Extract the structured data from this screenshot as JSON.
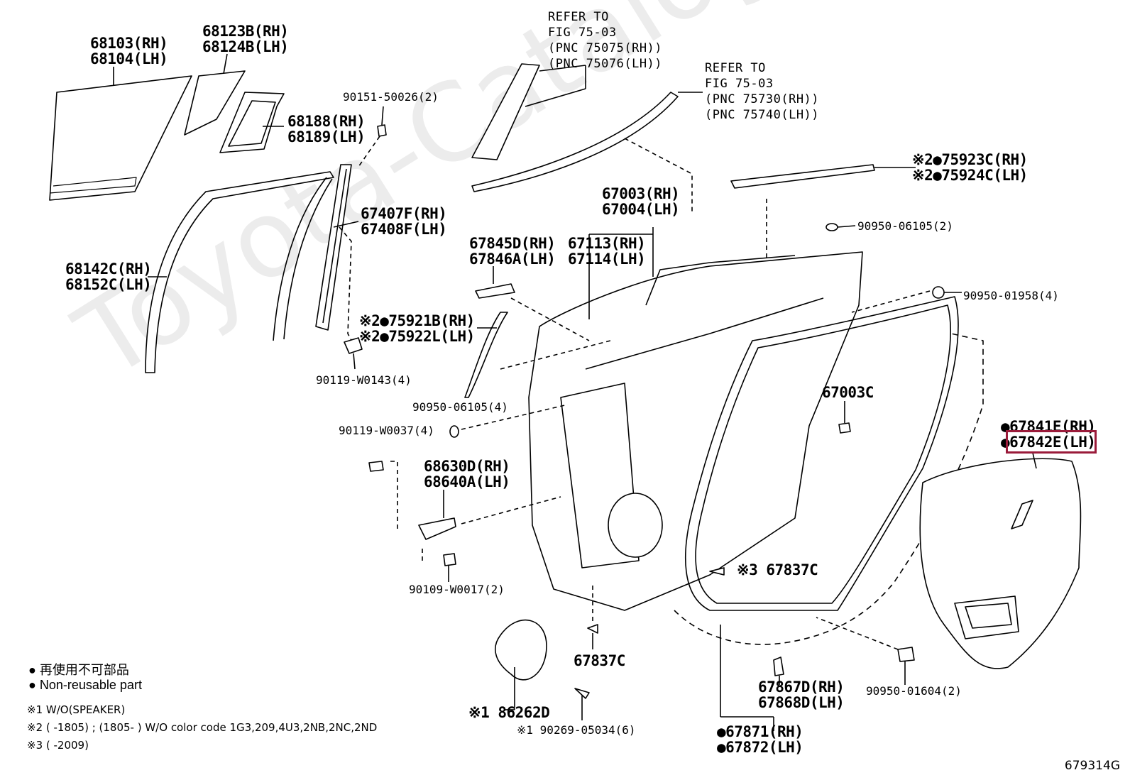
{
  "watermark": "Toyota-Catalog.ru",
  "figure_number": "679314G",
  "labels": {
    "p68103": "68103(RH)",
    "p68104": "68104(LH)",
    "p68123": "68123B(RH)",
    "p68124": "68124B(LH)",
    "p68188": "68188(RH)",
    "p68189": "68189(LH)",
    "p90151": "90151-50026(2)",
    "ref1_a": "REFER TO",
    "ref1_b": "FIG 75-03",
    "ref1_c": "(PNC 75075(RH))",
    "ref1_d": "(PNC 75076(LH))",
    "ref2_a": "REFER TO",
    "ref2_b": "FIG 75-03",
    "ref2_c": "(PNC 75730(RH))",
    "ref2_d": "(PNC 75740(LH))",
    "p75923": "※2●75923C(RH)",
    "p75924": "※2●75924C(LH)",
    "p67003": "67003(RH)",
    "p67004": "67004(LH)",
    "p90950_06105a": "90950-06105(2)",
    "p67407": "67407F(RH)",
    "p67408": "67408F(LH)",
    "p68142": "68142C(RH)",
    "p68152": "68152C(LH)",
    "p67845": "67845D(RH)",
    "p67846": "67846A(LH)",
    "p67113": "67113(RH)",
    "p67114": "67114(LH)",
    "p90950_01958": "90950-01958(4)",
    "p75921": "※2●75921B(RH)",
    "p75922": "※2●75922L(LH)",
    "p90119_w0143": "90119-W0143(4)",
    "p90950_06105b": "90950-06105(4)",
    "p67003c_a": "67003C",
    "p67841": "●67841E(RH)",
    "p67842": "●67842E(LH)",
    "p90119_w0037": "90119-W0037(4)",
    "p68630": "68630D(RH)",
    "p68640": "68640A(LH)",
    "p67837c_a": "※3 67837C",
    "p90109": "90109-W0017(2)",
    "p67837c_b": "67837C",
    "p86262": "※1 86262D",
    "p90269": "※1 90269-05034(6)",
    "p67867": "67867D(RH)",
    "p67868": "67868D(LH)",
    "p90950_01604": "90950-01604(2)",
    "p67871": "●67871(RH)",
    "p67872": "●67872(LH)"
  },
  "legend": {
    "jp": "● 再使用不可部品",
    "en": "● Non-reusable part"
  },
  "notes": {
    "n1": "※1 W/O(SPEAKER)",
    "n2": "※2 (      -1805) ; (1805-      ) W/O color code 1G3,209,4U3,2NB,2NC,2ND",
    "n3": "※3 (      -2009)"
  },
  "highlight": {
    "part": "67842E(LH)",
    "color": "#9a1b3a"
  }
}
